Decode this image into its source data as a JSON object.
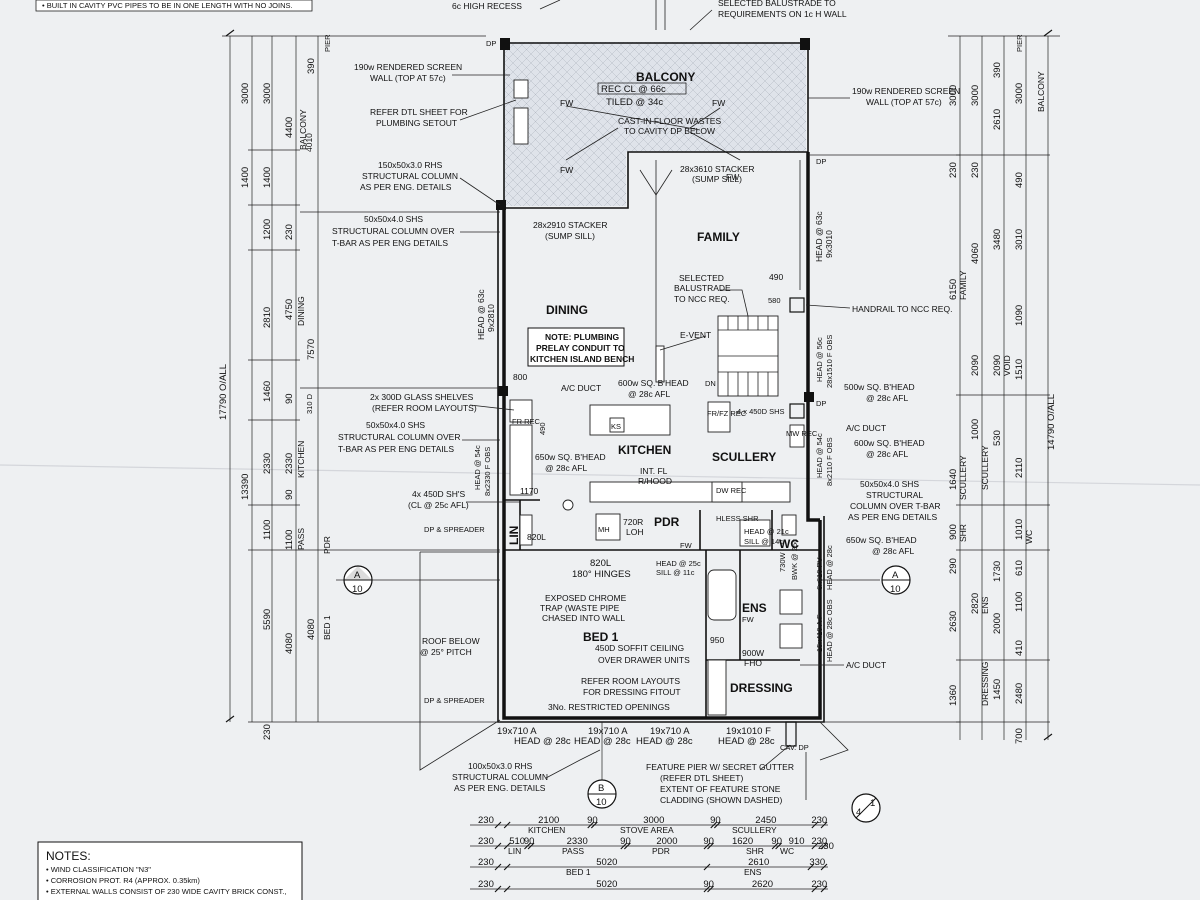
{
  "top_notes": {
    "line1": "• BUILT IN CAVITY PVC PIPES TO BE IN ONE LENGTH WITH NO JOINS.",
    "recess": "6c HIGH RECESS",
    "req_line1": "SELECTED BALUSTRADE TO",
    "req_line2": "REQUIREMENTS ON 1c H WALL"
  },
  "rooms": {
    "balcony": "BALCONY",
    "balcony_rec": "REC CL @ 66c",
    "balcony_tiled": "TILED @ 34c",
    "family": "FAMILY",
    "dining": "DINING",
    "kitchen": "KITCHEN",
    "scullery": "SCULLERY",
    "pdr": "PDR",
    "wc": "WC",
    "ens": "ENS",
    "bed1": "BED 1",
    "dressing": "DRESSING",
    "lin": "LIN"
  },
  "callouts": {
    "rendered_screen_left_1": "190w RENDERED SCREEN",
    "rendered_screen_left_2": "WALL (TOP AT 57c)",
    "rendered_screen_right_1": "190w RENDERED SCREEN",
    "rendered_screen_right_2": "WALL (TOP AT 57c)",
    "plumbing_dtl_1": "REFER DTL SHEET FOR",
    "plumbing_dtl_2": "PLUMBING SETOUT",
    "rhs_col_1": "150x50x3.0 RHS",
    "rhs_col_2": "STRUCTURAL COLUMN",
    "rhs_col_3": "AS PER ENG. DETAILS",
    "shs_col_1": "50x50x4.0 SHS",
    "shs_col_2": "STRUCTURAL COLUMN OVER",
    "shs_col_3": "T-BAR AS PER ENG DETAILS",
    "cast_in_1": "CAST-IN FLOOR WASTES",
    "cast_in_2": "TO CAVITY DP BELOW",
    "stacker_1_a": "28x3610 STACKER",
    "stacker_1_b": "(SUMP SILL)",
    "stacker_2_a": "28x2910 STACKER",
    "stacker_2_b": "(SUMP SILL)",
    "balustrade_1": "SELECTED",
    "balustrade_2": "BALUSTRADE",
    "balustrade_3": "TO NCC REQ.",
    "handrail": "HANDRAIL TO NCC REQ.",
    "note_1": "NOTE: PLUMBING",
    "note_2": "PRELAY CONDUIT TO",
    "note_3": "KITCHEN ISLAND BENCH",
    "event": "E-VENT",
    "glass_shelves_1": "2x 300D GLASS SHELVES",
    "glass_shelves_2": "(REFER ROOM LAYOUTS)",
    "shs_col_b_1": "50x50x4.0 SHS",
    "shs_col_b_2": "STRUCTURAL COLUMN OVER",
    "shs_col_b_3": "T-BAR AS PER ENG DETAILS",
    "ac_duct_1": "A/C DUCT",
    "bhead_1_a": "600w SQ. B'HEAD",
    "bhead_1_b": "@ 28c AFL",
    "bhead_2_a": "650w SQ. B'HEAD",
    "bhead_2_b": "@ 28c AFL",
    "int_fl": "INT. FL",
    "rhood": "R/HOOD",
    "bhead_r1_a": "500w SQ. B'HEAD",
    "bhead_r1_b": "@ 28c AFL",
    "ac_duct_2": "A/C DUCT",
    "bhead_r2_a": "600w SQ. B'HEAD",
    "bhead_r2_b": "@ 28c AFL",
    "shs_col_r_1": "50x50x4.0 SHS",
    "shs_col_r_2": "STRUCTURAL",
    "shs_col_r_3": "COLUMN OVER T-BAR",
    "shs_col_r_4": "AS PER ENG DETAILS",
    "bhead_r3_a": "650w SQ. B'HEAD",
    "bhead_r3_b": "@ 28c AFL",
    "shs_450_1": "4x 450D SH'S",
    "shs_450_2": "(CL @ 25c AFL)",
    "dp_spreader_1": "DP & SPREADER",
    "dp_spreader_2": "DP & SPREADER",
    "roof_below_1": "ROOF BELOW",
    "roof_below_2": "@ 25° PITCH",
    "hinges_1": "820L",
    "hinges_2": "180° HINGES",
    "chrome_1": "EXPOSED CHROME",
    "chrome_2": "TRAP (WASTE PIPE",
    "chrome_3": "CHASED INTO WALL",
    "soffit_1": "450D SOFFIT CEILING",
    "soffit_2": "OVER DRAWER UNITS",
    "refer_layouts_1": "REFER ROOM LAYOUTS",
    "refer_layouts_2": "FOR DRESSING FITOUT",
    "restricted": "3No. RESTRICTED OPENINGS",
    "ac_duct_3": "A/C DUCT",
    "rhs_b_1": "100x50x3.0 RHS",
    "rhs_b_2": "STRUCTURAL COLUMN",
    "rhs_b_3": "AS PER ENG. DETAILS",
    "pier_1": "FEATURE PIER W/ SECRET GUTTER",
    "pier_2": "(REFER DTL SHEET)",
    "pier_3": "EXTENT OF FEATURE STONE",
    "pier_4": "CLADDING (SHOWN DASHED)",
    "shelves_450": "4 x 450D SHS",
    "dn": "DN",
    "mh": "MH",
    "ks": "KS",
    "lb_820": "820L",
    "lb_720": "720R",
    "lb_loh": "LOH",
    "lb_800": "800",
    "lb_490": "490",
    "lb_490b": "490",
    "lb_580": "580",
    "lb_1170": "1170",
    "lb_950": "950",
    "lb_900w": "900W",
    "lb_fho": "FHO",
    "lb_730w": "730W",
    "lb_bwk": "BWK @ 25c",
    "fr_rec": "FR REC",
    "frfz_rec": "FR/FZ REC",
    "mw_rec": "MW REC",
    "dw_rec": "DW REC",
    "hless_shr": "HLESS SHR",
    "fw": "FW",
    "pier_top": "PIER",
    "cav_dp": "CAV. DP"
  },
  "heads": {
    "head_63_l": "HEAD @ 63c",
    "head_63_l2": "9x2810",
    "head_63_r": "HEAD @ 63c",
    "head_63_r2": "9x3010",
    "head_56": "HEAD @ 56c",
    "head_56b": "28x1510 F OBS",
    "head_54l": "HEAD @ 54c",
    "head_54l2": "8x2330 F OBS",
    "head_54r": "HEAD @ 54c",
    "head_54r2": "8x2110 F OBS",
    "head_pv": "6x610 PV",
    "head_pv2": "HEAD @ 28c",
    "head_ens": "15x410 A F",
    "head_ens2": "HEAD @ 28c OBS",
    "head_25": "HEAD @ 25c",
    "head_25b": "SILL @ 11c",
    "head_21": "HEAD @ 21c",
    "head_21b": "SILL @ 14c",
    "w1": "19x710 A",
    "w1h": "HEAD @ 28c",
    "w2": "19x710 A",
    "w2h": "HEAD @ 28c",
    "w3": "19x710 A",
    "w3h": "HEAD @ 28c",
    "w4": "19x1010 F",
    "w4h": "HEAD @ 28c"
  },
  "markers": {
    "a_letter": "A",
    "a_num": "10",
    "b_letter": "B",
    "b_num": "10",
    "n_num": "4",
    "n_den": "1"
  },
  "dims_left": {
    "overall_1": "17790 O/ALL",
    "overall_2": "13390",
    "l1": "3000",
    "l2": "1400",
    "l3": "1200",
    "l4": "2810",
    "l5": "1460",
    "l6": "2330",
    "l7": "1100",
    "l8": "5590",
    "l9": "4080",
    "m1": "3000",
    "m2": "4400",
    "m3": "1400",
    "m4": "4750",
    "m5": "7570",
    "m6": "90",
    "m7": "90",
    "m8": "4080",
    "n1": "390",
    "n2": "4010",
    "n3": "230",
    "n4": "1460",
    "n5": "2330",
    "n6": "1100",
    "n7": "230",
    "lab_balcony": "BALCONY",
    "lab_dining": "DINING",
    "lab_kitchen": "KITCHEN",
    "lab_pass": "PASS",
    "lab_pdr": "PDR",
    "lab_bed1": "BED 1",
    "lab_310": "310 D"
  },
  "dims_right": {
    "overall": "14790 O/ALL",
    "r1": "3000",
    "r2": "230",
    "r3": "6150",
    "r4": "1640",
    "r5": "900",
    "r6": "290",
    "r7": "2630",
    "r8": "1360",
    "s1": "3000",
    "s2": "390",
    "s3": "2610",
    "s4": "230",
    "s5": "4060",
    "s6": "3480",
    "s7": "2090",
    "s8": "2090",
    "s9": "1000",
    "s10": "530",
    "s11": "1730",
    "s12": "2820",
    "s13": "2000",
    "s14": "1450",
    "t1": "3000",
    "t2": "490",
    "t3": "3010",
    "t4": "1090",
    "t5": "1510",
    "t6": "2110",
    "t7": "1010",
    "t8": "610",
    "t9": "1100",
    "t10": "410",
    "t11": "2480",
    "t12": "700",
    "lab_balcony": "BALCONY",
    "lab_family": "FAMILY",
    "lab_void": "VOID",
    "lab_scullery": "SCULLERY",
    "lab_wc": "WC",
    "lab_ens": "ENS",
    "lab_dressing": "DRESSING",
    "lab_shr": "SHR",
    "lab_pier": "PIER"
  },
  "dims_bottom": {
    "row1": [
      "230",
      "2100",
      "90",
      "3000",
      "90",
      "2450",
      "230"
    ],
    "row1_labels": [
      "KITCHEN",
      "STOVE AREA",
      "SCULLERY"
    ],
    "row2": [
      "230",
      "510",
      "90",
      "2330",
      "90",
      "2000",
      "90",
      "1620",
      "90",
      "910",
      "230"
    ],
    "row2_labels": [
      "LIN",
      "PASS",
      "PDR",
      "SHR",
      "WC"
    ],
    "row3": [
      "230",
      "5020",
      "2610",
      "330"
    ],
    "row3_labels": [
      "BED 1",
      "ENS"
    ],
    "row4": [
      "230",
      "5020",
      "90",
      "2620",
      "230"
    ]
  },
  "notes": {
    "title": "NOTES:",
    "items": [
      "• WIND CLASSIFICATION \"N3\"",
      "• CORROSION PROT. R4 (APPROX. 0.35km)",
      "• EXTERNAL WALLS CONSIST OF 230 WIDE CAVITY BRICK CONST.,"
    ]
  }
}
